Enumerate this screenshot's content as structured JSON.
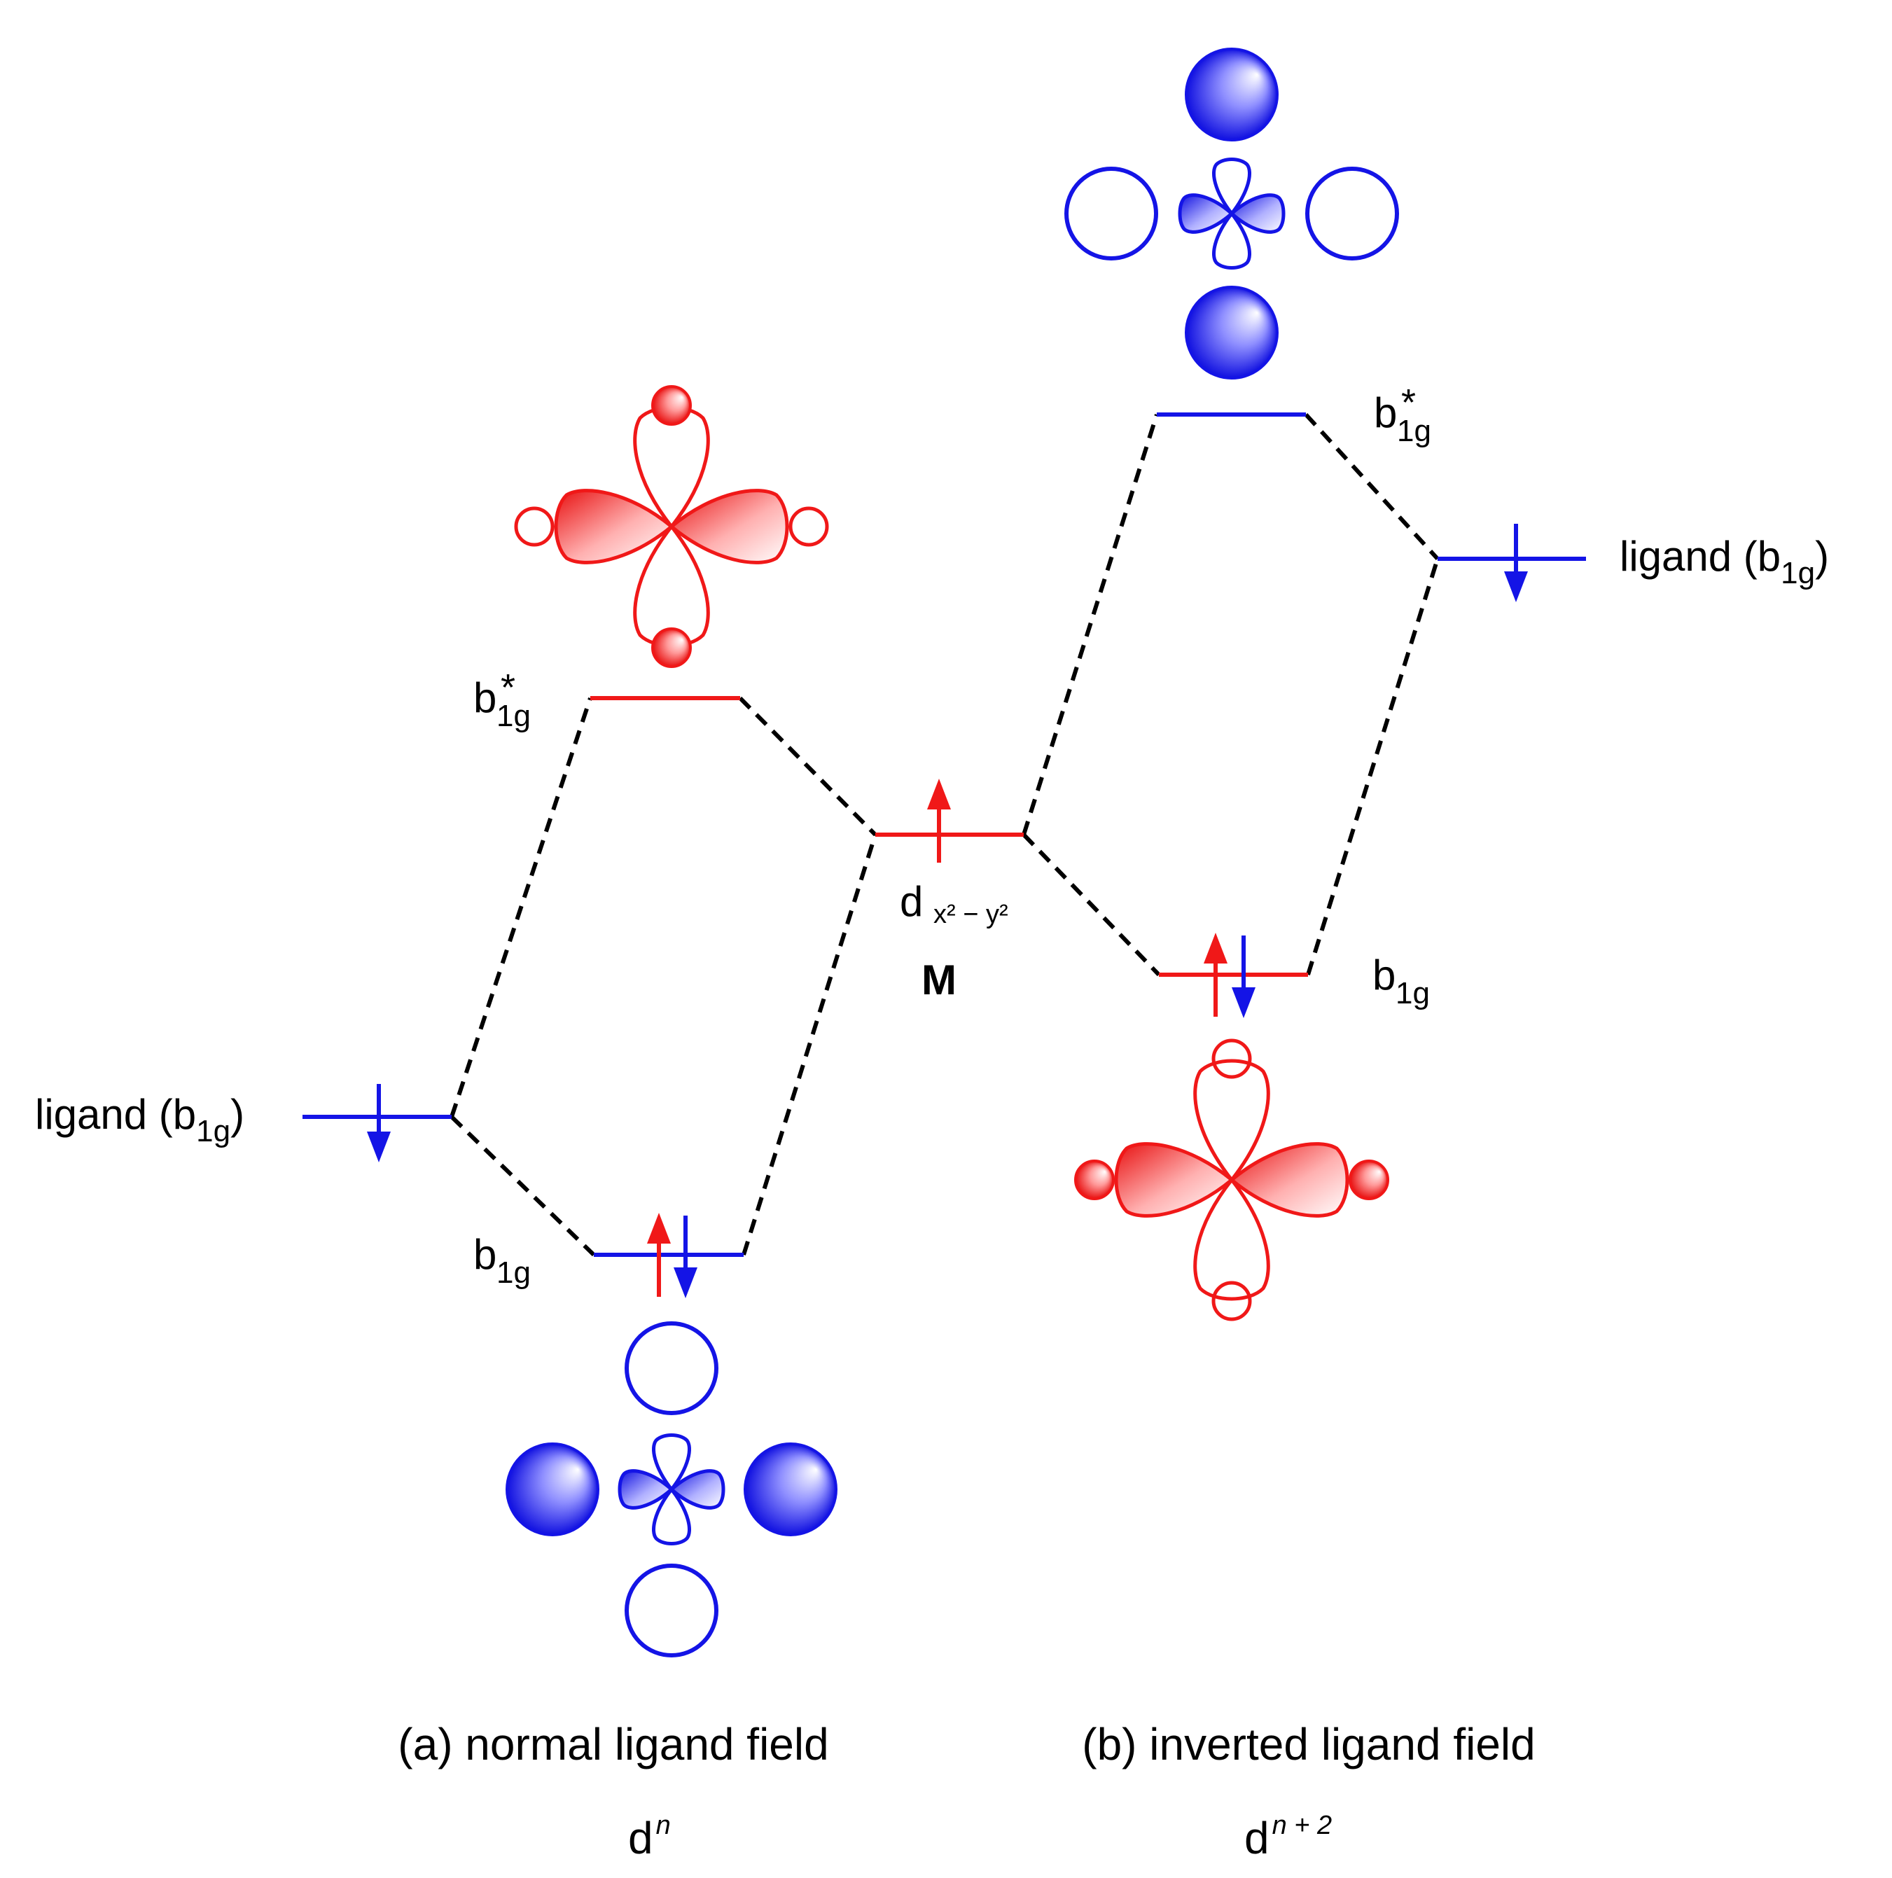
{
  "colors": {
    "metal": "#f01818",
    "ligand": "#1414e6",
    "connector": "#000000",
    "background": "#ffffff"
  },
  "labels": {
    "ligand_left": {
      "main": "ligand (b",
      "sub": "1g",
      "close": ")"
    },
    "ligand_right": {
      "main": "ligand (b",
      "sub": "1g",
      "close": ")"
    },
    "a_antibonding": {
      "main": "b",
      "sub": "1g",
      "star": "*"
    },
    "a_bonding": {
      "main": "b",
      "sub": "1g"
    },
    "b_antibonding": {
      "main": "b",
      "sub": "1g",
      "star": "*"
    },
    "b_bonding": {
      "main": "b",
      "sub": "1g"
    },
    "metal_orbital": {
      "main": "d",
      "sub": "x² − y²"
    },
    "metal": "M"
  },
  "captions": {
    "a": {
      "title": "(a) normal ligand field",
      "config_base": "d",
      "config_sup": "n"
    },
    "b": {
      "title": "(b) inverted ligand field",
      "config_base": "d",
      "config_sup": "n + 2"
    }
  },
  "levels": [
    {
      "id": "metal-dx2y2",
      "label": "d x² − y²",
      "color": "metal",
      "electrons": [
        "up"
      ]
    },
    {
      "id": "a-ligand",
      "label": "ligand (b1g)",
      "color": "ligand",
      "electrons": [
        "down"
      ]
    },
    {
      "id": "a-b1g-star",
      "label": "b1g*",
      "color": "metal",
      "electrons": []
    },
    {
      "id": "a-b1g",
      "label": "b1g",
      "color": "ligand",
      "electrons": [
        "up",
        "down"
      ]
    },
    {
      "id": "b-ligand",
      "label": "ligand (b1g)",
      "color": "ligand",
      "electrons": [
        "down"
      ]
    },
    {
      "id": "b-b1g-star",
      "label": "b1g*",
      "color": "ligand",
      "electrons": []
    },
    {
      "id": "b-b1g",
      "label": "b1g",
      "color": "metal",
      "electrons": [
        "up",
        "down"
      ]
    }
  ],
  "orbital_pictures": [
    {
      "id": "a-antibonding-mo",
      "character": "metal d x2-y2 dominant"
    },
    {
      "id": "a-bonding-mo",
      "character": "ligand dominant"
    },
    {
      "id": "b-antibonding-mo",
      "character": "ligand dominant"
    },
    {
      "id": "b-bonding-mo",
      "character": "metal d x2-y2 dominant"
    }
  ]
}
